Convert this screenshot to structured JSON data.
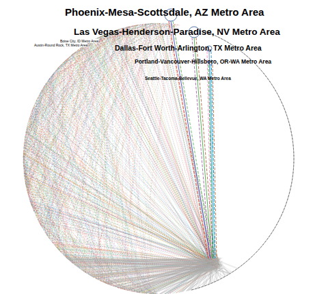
{
  "diagram": {
    "nodes": [
      {
        "text": [
          "Phoenix-Mesa-Scottsdale, AZ Metro Area"
        ]
      },
      {
        "text": [
          "Las Vegas-Henderson-Paradise, NV Metro Area"
        ]
      },
      {
        "text": [
          "Dallas-Fort Worth-Arlington, TX Metro Area"
        ]
      },
      {
        "text": [
          "Portland-Vancouver-Hillsboro, OR-WA Metro Area"
        ]
      },
      {
        "text": [
          "Seattle-Tacoma-Bellevue, WA Metro Area"
        ]
      }
    ],
    "labels": [
      "Boise City, ID Metro Area",
      "Austin-Round Rock, TX Metro Area"
    ]
  }
}
